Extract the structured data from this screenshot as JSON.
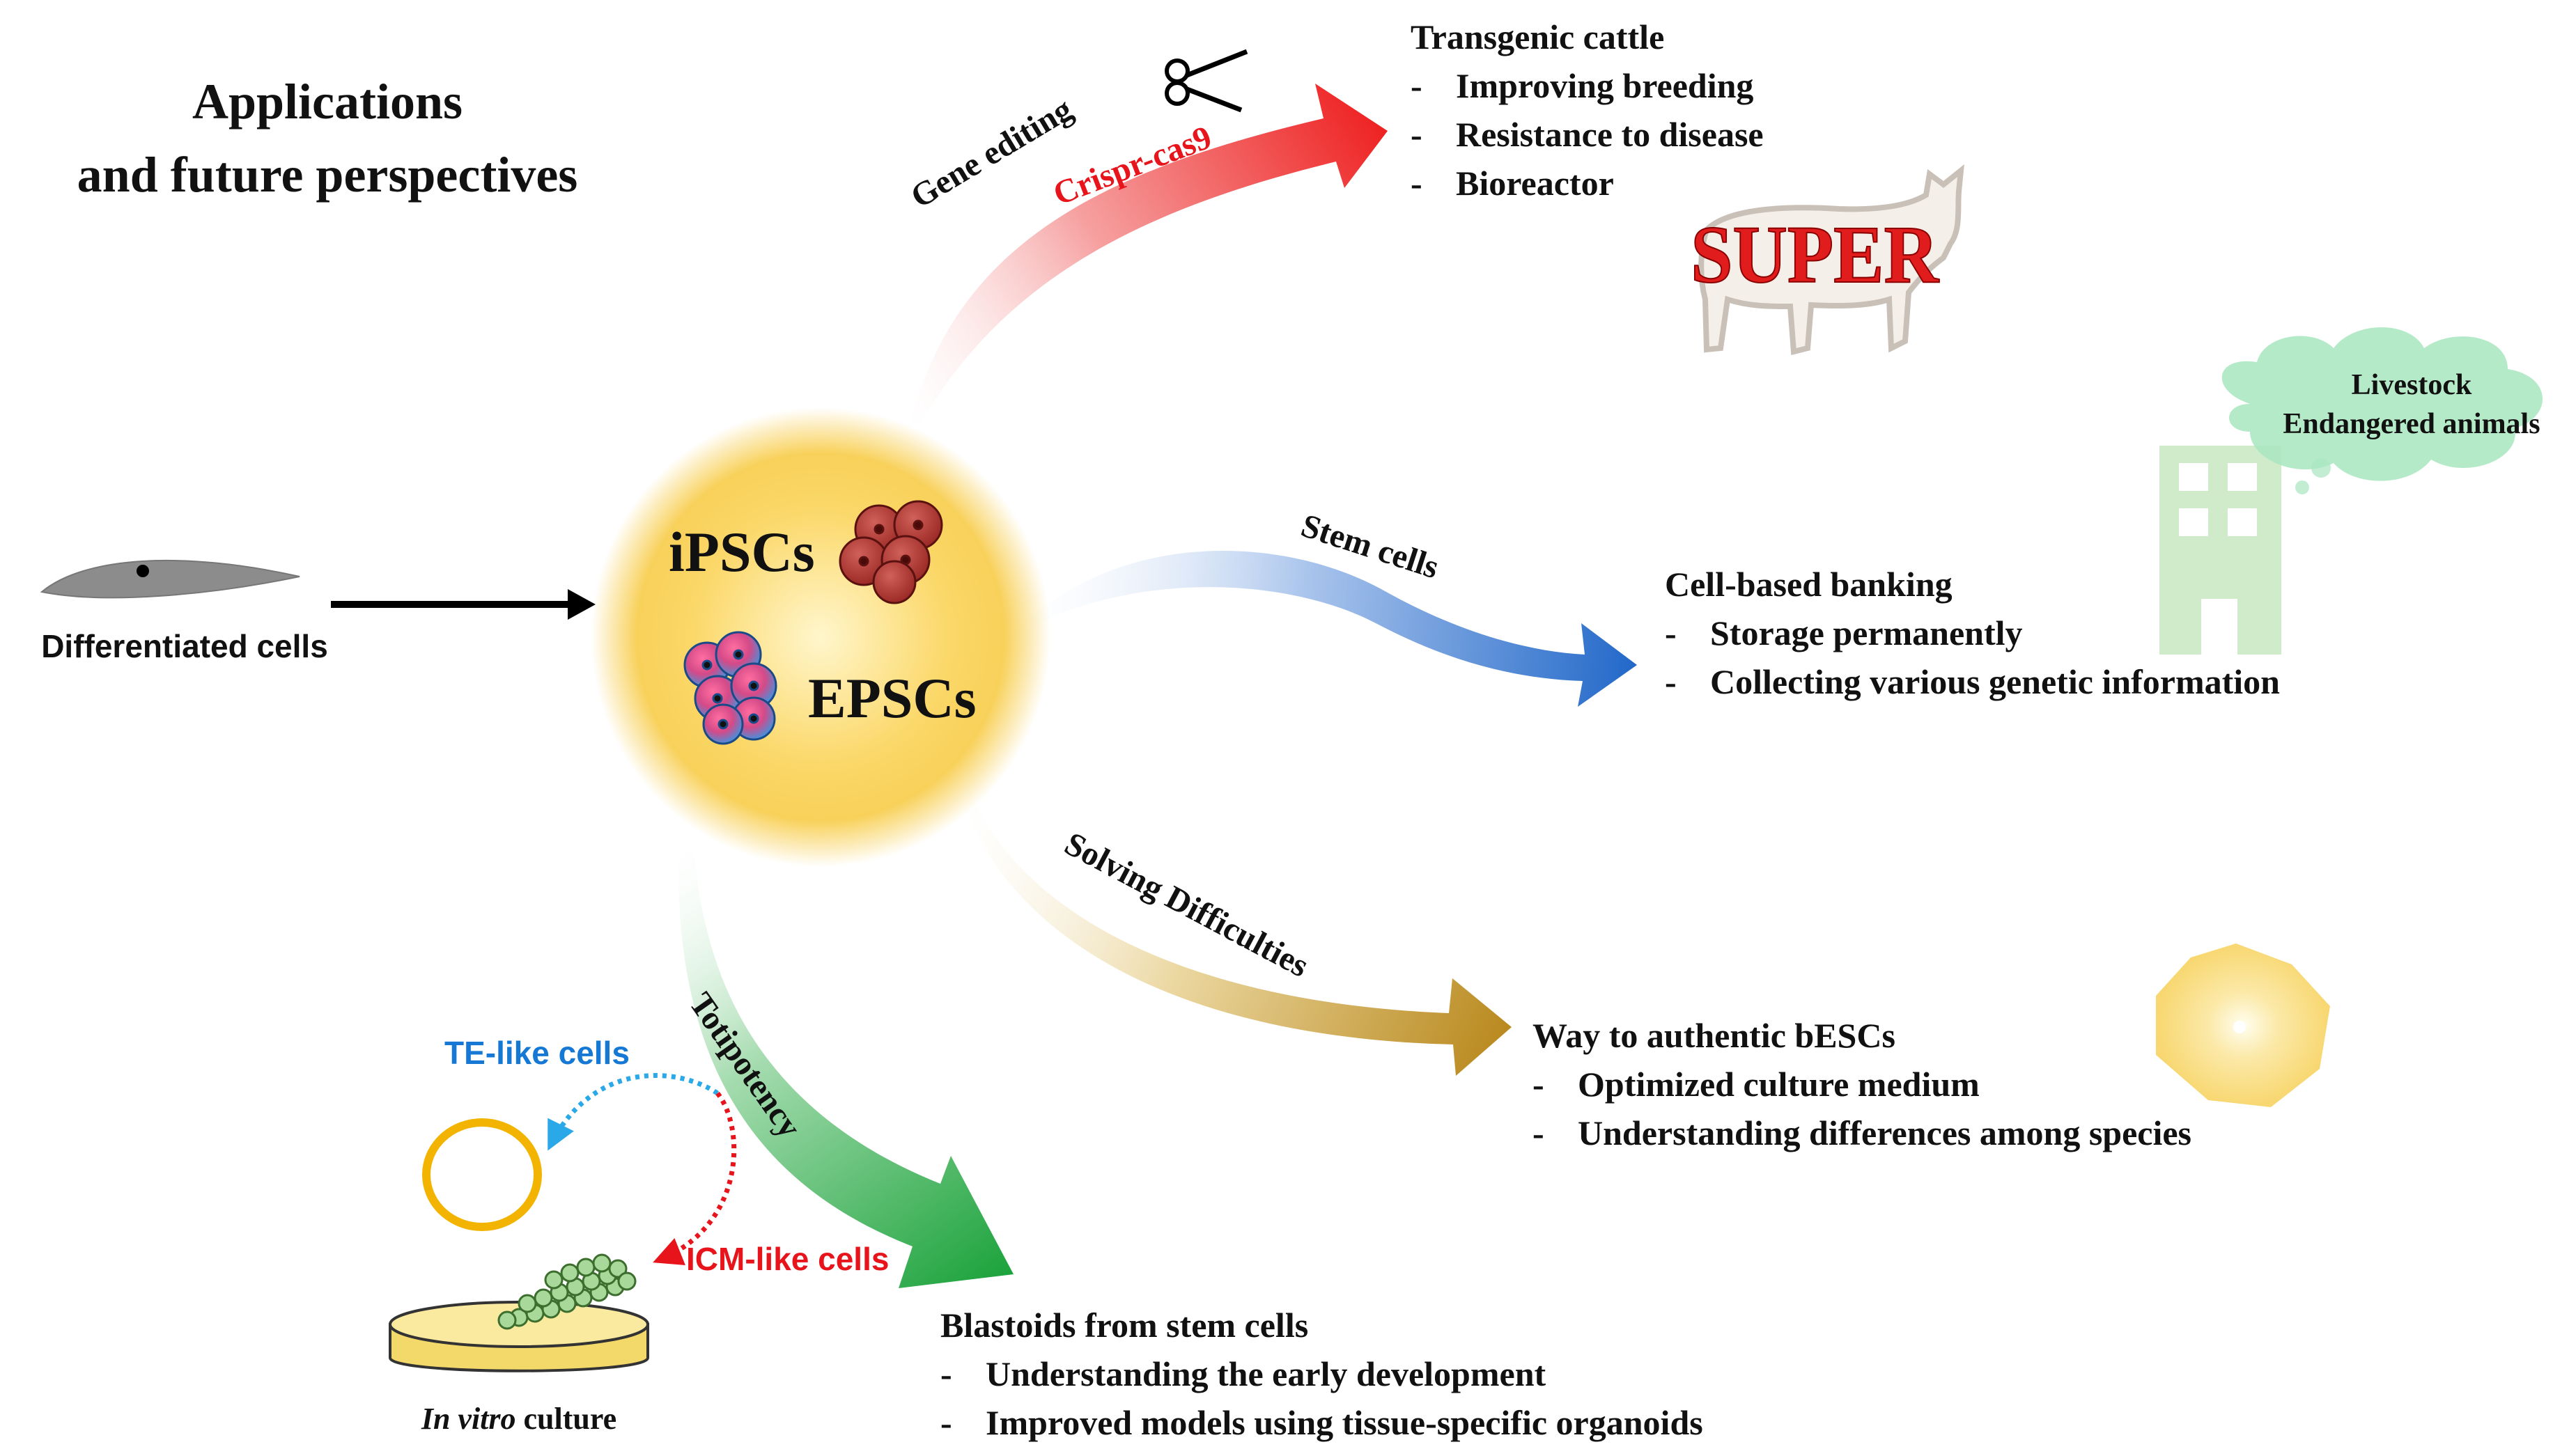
{
  "title": {
    "line1": "Applications",
    "line2": "and future perspectives"
  },
  "source": {
    "label": "Differentiated cells"
  },
  "center": {
    "ipsc_label": "iPSCs",
    "epsc_label": "EPSCs"
  },
  "branches": {
    "gene_editing": {
      "arrow_label": "Gene editing",
      "tool_label": "Crispr-cas9",
      "heading": "Transgenic cattle",
      "items": [
        "Improving breeding",
        "Resistance to disease",
        "Bioreactor"
      ],
      "cow_label": "SUPER"
    },
    "stem_cells": {
      "arrow_label": "Stem cells",
      "heading": "Cell-based banking",
      "items": [
        "Storage permanently",
        "Collecting various genetic information"
      ],
      "cloud_line1": "Livestock",
      "cloud_line2": "Endangered animals"
    },
    "solving": {
      "arrow_label": "Solving Difficulties",
      "heading": "Way to authentic bESCs",
      "items": [
        "Optimized culture medium",
        "Understanding differences among species"
      ]
    },
    "totipotency": {
      "arrow_label": "Totipotency",
      "heading": "Blastoids from stem cells",
      "items": [
        "Understanding the early development",
        "Improved models using tissue-specific organoids"
      ],
      "te_label": "TE-like cells",
      "icm_label": "ICM-like cells",
      "culture_italic": "In vitro",
      "culture_rest": " culture"
    }
  },
  "colors": {
    "gene_editing_arrow": "#ee1c1c",
    "stem_cells_arrow": "#1f66c8",
    "solving_arrow": "#b8881c",
    "totipotency_arrow": "#1aa23a",
    "te_label": "#1478d4",
    "icm_label": "#e8141c",
    "tool_label": "#e8141c",
    "center_glow": "#f7c93e",
    "dish": "#f3d96a",
    "te_ring": "#f2b400",
    "building": "#b8e0b0",
    "cloud": "#a8e6c0"
  }
}
